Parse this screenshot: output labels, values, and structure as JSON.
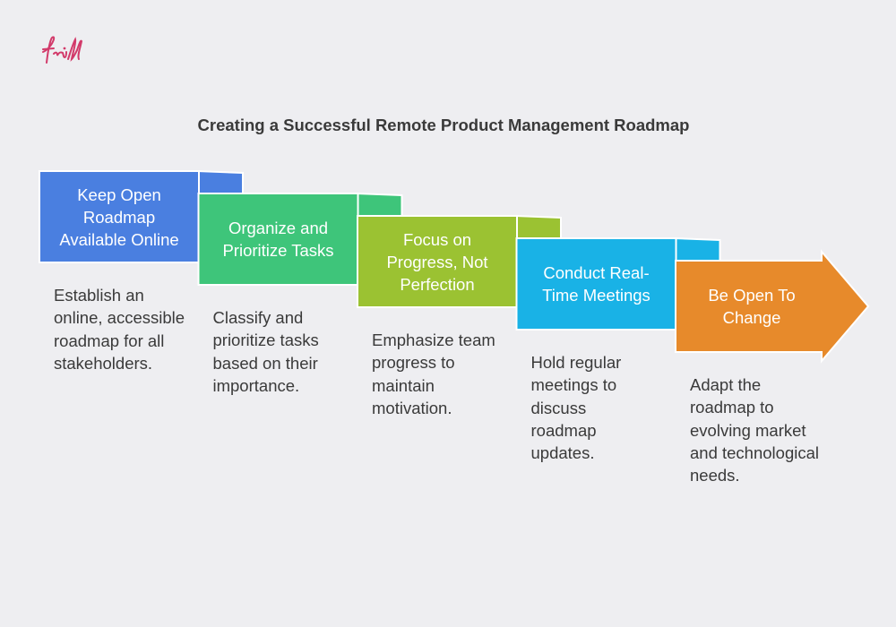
{
  "title": "Creating a Successful Remote Product Management Roadmap",
  "logo": {
    "name": "frill-logo",
    "text": "frill",
    "color": "#d23a6a"
  },
  "steps": [
    {
      "title": "Keep Open Roadmap Available Online",
      "description": "Establish an online, accessible roadmap for all stakeholders.",
      "color": "#4a7fe0"
    },
    {
      "title": "Organize and Prioritize Tasks",
      "description": "Classify and prioritize tasks based on their importance.",
      "color": "#3ec57a"
    },
    {
      "title": "Focus on Progress, Not Perfection",
      "description": "Emphasize team progress to maintain motivation.",
      "color": "#9bc232"
    },
    {
      "title": "Conduct Real-Time Meetings",
      "description": "Hold regular meetings to discuss roadmap updates.",
      "color": "#19b2e6"
    },
    {
      "title": "Be Open To Change",
      "description": "Adapt the roadmap to evolving market and technological needs.",
      "color": "#e78a2b"
    }
  ]
}
